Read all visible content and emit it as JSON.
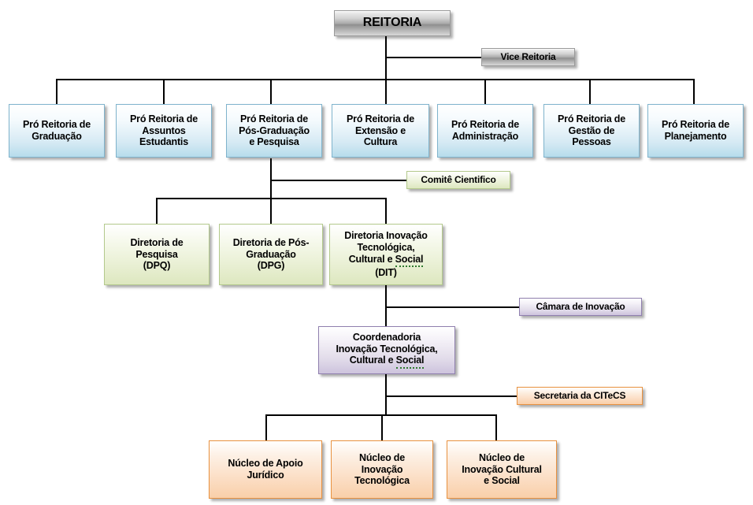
{
  "chart_data": {
    "type": "diagram",
    "title": "Organograma da Reitoria",
    "nodes": [
      {
        "id": "reitoria",
        "label": "REITORIA",
        "color": "#a8a8a8",
        "style": "gray"
      },
      {
        "id": "vice-reitoria",
        "label": "Vice Reitoria",
        "color": "#a8a8a8",
        "style": "gray"
      },
      {
        "id": "pr-graduacao",
        "label": "Pró Reitoria de Graduação",
        "color": "#b6dceb",
        "style": "blue"
      },
      {
        "id": "pr-assuntos",
        "label": "Pró Reitoria de Assuntos Estudantis",
        "color": "#b6dceb",
        "style": "blue"
      },
      {
        "id": "pr-pos",
        "label": "Pró Reitoria de Pós-Graduação e Pesquisa",
        "color": "#b6dceb",
        "style": "blue"
      },
      {
        "id": "pr-extensao",
        "label": "Pró Reitoria de Extensão e Cultura",
        "color": "#b6dceb",
        "style": "blue"
      },
      {
        "id": "pr-administracao",
        "label": "Pró Reitoria de Administração",
        "color": "#b6dceb",
        "style": "blue"
      },
      {
        "id": "pr-gestao",
        "label": "Pró Reitoria de Gestão de Pessoas",
        "color": "#b6dceb",
        "style": "blue"
      },
      {
        "id": "pr-planejamento",
        "label": "Pró Reitoria de Planejamento",
        "color": "#b6dceb",
        "style": "blue"
      },
      {
        "id": "comite",
        "label": "Comitê Cientifico",
        "color": "#dde7bf",
        "style": "green"
      },
      {
        "id": "dpq",
        "label": "Diretoria de Pesquisa (DPQ)",
        "color": "#dde7bf",
        "style": "green"
      },
      {
        "id": "dpg",
        "label": "Diretoria de Pós-Graduação (DPG)",
        "color": "#dde7bf",
        "style": "green"
      },
      {
        "id": "dit",
        "label": "Diretoria Inovação Tecnológica, Cultural e Social (DIT)",
        "color": "#dde7bf",
        "style": "green"
      },
      {
        "id": "camara",
        "label": "Câmara de Inovação",
        "color": "#cdc3dd",
        "style": "purple"
      },
      {
        "id": "coordenadoria",
        "label": "Coordenadoria Inovação Tecnológica, Cultural e Social",
        "color": "#cdc3dd",
        "style": "purple"
      },
      {
        "id": "secretaria",
        "label": "Secretaria da CITeCS",
        "color": "#f9cfa9",
        "style": "orange"
      },
      {
        "id": "nucleo-juridico",
        "label": "Núcleo de Apoio Jurídico",
        "color": "#f9cfa9",
        "style": "orange"
      },
      {
        "id": "nucleo-tec",
        "label": "Núcleo de Inovação Tecnológica",
        "color": "#f9cfa9",
        "style": "orange"
      },
      {
        "id": "nucleo-cultural",
        "label": "Núcleo de Inovação Cultural e Social",
        "color": "#f9cfa9",
        "style": "orange"
      }
    ],
    "edges": [
      {
        "from": "reitoria",
        "to": "vice-reitoria"
      },
      {
        "from": "reitoria",
        "to": "pr-graduacao"
      },
      {
        "from": "reitoria",
        "to": "pr-assuntos"
      },
      {
        "from": "reitoria",
        "to": "pr-pos"
      },
      {
        "from": "reitoria",
        "to": "pr-extensao"
      },
      {
        "from": "reitoria",
        "to": "pr-administracao"
      },
      {
        "from": "reitoria",
        "to": "pr-gestao"
      },
      {
        "from": "reitoria",
        "to": "pr-planejamento"
      },
      {
        "from": "pr-pos",
        "to": "comite"
      },
      {
        "from": "pr-pos",
        "to": "dpq"
      },
      {
        "from": "pr-pos",
        "to": "dpg"
      },
      {
        "from": "pr-pos",
        "to": "dit"
      },
      {
        "from": "dit",
        "to": "camara"
      },
      {
        "from": "dit",
        "to": "coordenadoria"
      },
      {
        "from": "coordenadoria",
        "to": "secretaria"
      },
      {
        "from": "coordenadoria",
        "to": "nucleo-juridico"
      },
      {
        "from": "coordenadoria",
        "to": "nucleo-tec"
      },
      {
        "from": "coordenadoria",
        "to": "nucleo-cultural"
      }
    ]
  },
  "nodes": {
    "reitoria": {
      "line1": "REITORIA"
    },
    "vice_reitoria": {
      "line1": "Vice Reitoria"
    },
    "pr_graduacao": {
      "line1": "Pró Reitoria de",
      "line2": "Graduação"
    },
    "pr_assuntos": {
      "line1": "Pró Reitoria de",
      "line2": "Assuntos",
      "line3": "Estudantis"
    },
    "pr_pos": {
      "line1": "Pró Reitoria de",
      "line2": "Pós-Graduação",
      "line3": "e Pesquisa"
    },
    "pr_extensao": {
      "line1": "Pró Reitoria de",
      "line2": "Extensão e",
      "line3": "Cultura"
    },
    "pr_administracao": {
      "line1": "Pró Reitoria de",
      "line2": "Administração"
    },
    "pr_gestao": {
      "line1": "Pró Reitoria de",
      "line2": "Gestão de",
      "line3": "Pessoas"
    },
    "pr_planejamento": {
      "line1": "Pró Reitoria de",
      "line2": "Planejamento"
    },
    "comite": {
      "line1": "Comitê Cientifico"
    },
    "dpq": {
      "line1": "Diretoria de",
      "line2": "Pesquisa",
      "line3": "(DPQ)"
    },
    "dpg": {
      "line1": "Diretoria de Pós-",
      "line2": "Graduação",
      "line3": "(DPG)"
    },
    "dit": {
      "line1": "Diretoria Inovação",
      "line2": "Tecnológica,",
      "line3a": "Cultural e ",
      "line3b": "Social",
      "line4": "(DIT)"
    },
    "camara": {
      "line1": "Câmara de Inovação"
    },
    "coordenadoria": {
      "line1": "Coordenadoria",
      "line2": "Inovação Tecnológica,",
      "line3a": "Cultural e ",
      "line3b": "Social"
    },
    "secretaria": {
      "line1": "Secretaria da CITeCS"
    },
    "nucleo_juridico": {
      "line1": "Núcleo de Apoio",
      "line2": "Jurídico"
    },
    "nucleo_tec": {
      "line1": "Núcleo de",
      "line2": "Inovação",
      "line3": "Tecnológica"
    },
    "nucleo_cultural": {
      "line1": "Núcleo de",
      "line2": "Inovação Cultural",
      "line3": "e Social"
    }
  }
}
